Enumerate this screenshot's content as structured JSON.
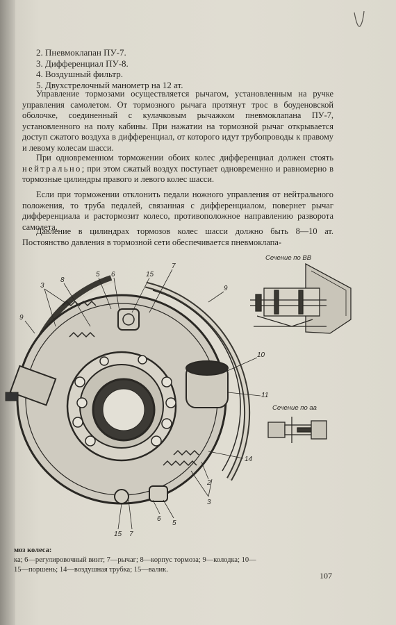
{
  "list_items": [
    "2. Пневмоклапан ПУ-7.",
    "3. Дифференциал ПУ-8.",
    "4. Воздушный фильтр.",
    "5. Двухстрелочный манометр на 12 ат."
  ],
  "paragraphs": {
    "p1": "Управление тормозами осуществляется рычагом, установленным на ручке управления самолетом. От тормозного рычага протянут трос в боуденовской оболочке, соединенный с кулачковым рычажком пневмоклапана ПУ-7, установленного на полу кабины. При нажатии на тормозной рычаг открывается доступ сжатого воздуха в дифференциал, от которого идут трубопроводы к правому и левому колесам шасси.",
    "p2_start": "При одновременном торможении обоих колес дифференциал должен стоять ",
    "p2_spaced": "нейтрально",
    "p2_end": "; при этом сжатый воздух поступает одновременно и равномерно в тормозные цилиндры правого и левого колес шасси.",
    "p3": "Если при торможении отклонить педали ножного управления от нейтрального положения, то труба педалей, связанная с дифференциалом, повернет рычаг дифференциала и растормозит колесо, противоположное направлению разворота самолета.",
    "p4": "Давление в цилиндрах тормозов колес шасси должно быть 8—10 ат. Постоянство давления в тормозной сети обеспечивается пневмоклапа-"
  },
  "figure": {
    "section_bb": "Сечение по ВВ",
    "section_aa": "Сечение по аа",
    "callouts": {
      "c5_top": "5",
      "c6_top": "6",
      "c15_top": "15",
      "c7_top": "7",
      "c8": "8",
      "c3_left": "3",
      "c9_left": "9",
      "c9_right": "9",
      "c10": "10",
      "c11": "11",
      "c14": "14",
      "c2": "2",
      "c3_bottom": "3",
      "c6_bottom": "6",
      "c5_bottom": "5",
      "c15_bottom": "15",
      "c7_bottom": "7"
    }
  },
  "caption": {
    "title": "моз колеса:",
    "line1_prefix": "ка; ",
    "line1": "6—регулировочный винт; 7—рычаг; 8—корпус тормоза; 9—колодка; 10—",
    "line2_prefix": "15—",
    "line2": "поршень; 14—воздушная трубка; 15—валик."
  },
  "page_number": "107"
}
